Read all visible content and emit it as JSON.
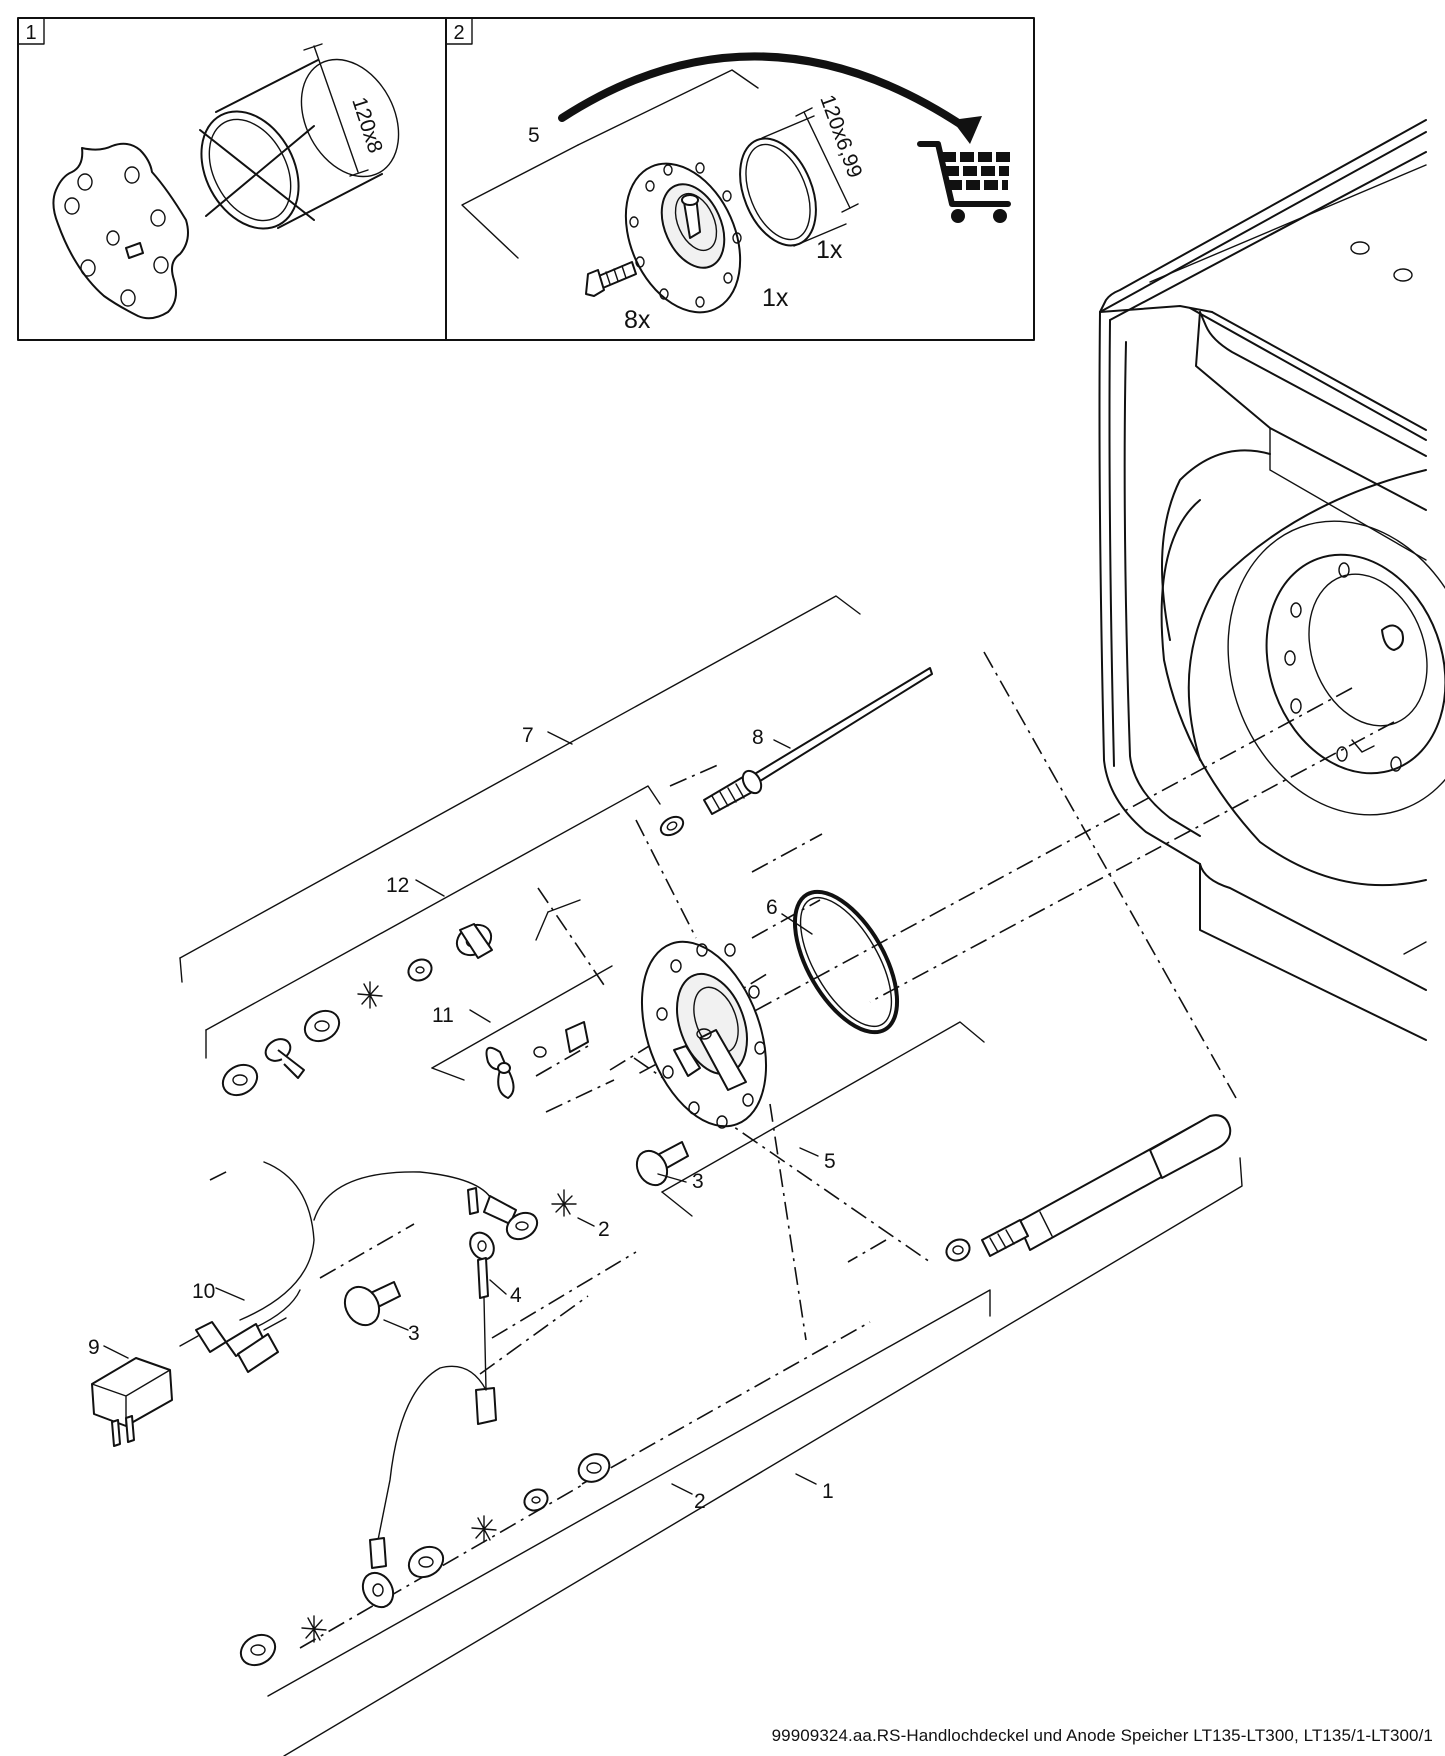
{
  "panels": [
    {
      "number": "1",
      "dimension": "120x8"
    },
    {
      "number": "2",
      "dimension": "120x6,99",
      "part_label": "5",
      "qty_bolts": "8x",
      "qty_flange": "1x",
      "qty_ring": "1x"
    }
  ],
  "callouts": {
    "c1": "1",
    "c2a": "2",
    "c2b": "2",
    "c3a": "3",
    "c3b": "3",
    "c4": "4",
    "c5": "5",
    "c6": "6",
    "c7": "7",
    "c8": "8",
    "c9": "9",
    "c10": "10",
    "c11": "11",
    "c12": "12"
  },
  "icons": [
    "cart-icon",
    "arrow-icon"
  ],
  "footer": "99909324.aa.RS-Handlochdeckel und Anode Speicher LT135-LT300, LT135/1-LT300/1"
}
